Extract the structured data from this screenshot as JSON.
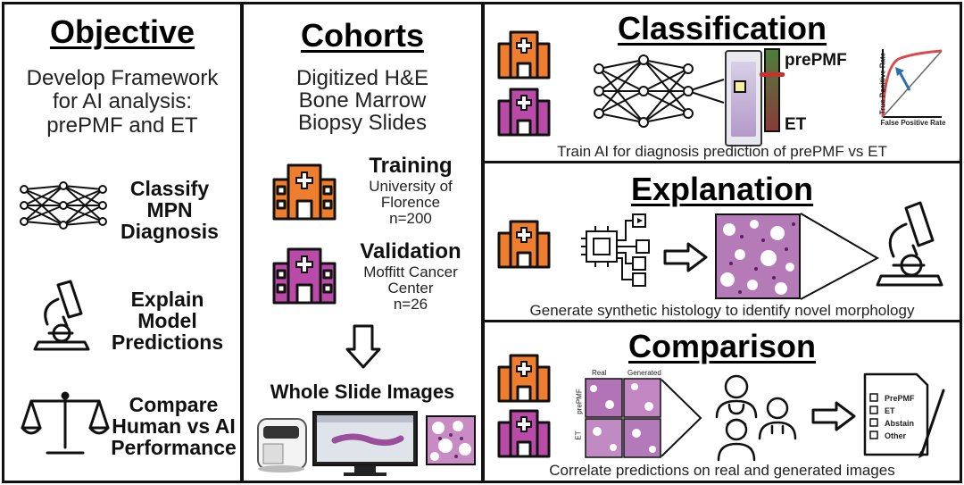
{
  "objective": {
    "title": "Objective",
    "goal_line1": "Develop Framework",
    "goal_line2": "for AI analysis:",
    "goal_line3": "prePMF and ET",
    "item1_line1": "Classify",
    "item1_line2": "MPN",
    "item1_line3": "Diagnosis",
    "item2_line1": "Explain",
    "item2_line2": "Model",
    "item2_line3": "Predictions",
    "item3_line1": "Compare",
    "item3_line2": "Human vs AI",
    "item3_line3": "Performance"
  },
  "cohorts": {
    "title": "Cohorts",
    "desc_line1": "Digitized H&E",
    "desc_line2": "Bone Marrow",
    "desc_line3": "Biopsy Slides",
    "training_label": "Training",
    "training_line1": "University of",
    "training_line2": "Florence",
    "training_n": "n=200",
    "validation_label": "Validation",
    "validation_line1": "Moffitt Cancer",
    "validation_line2": "Center",
    "validation_n": "n=26",
    "wsi_label": "Whole Slide Images"
  },
  "classification": {
    "title": "Classification",
    "label_top": "prePMF",
    "label_bottom": "ET",
    "roc_ylabel": "True Positive Rate",
    "roc_xlabel": "False Positive Rate",
    "caption": "Train AI for diagnosis prediction of prePMF vs ET"
  },
  "explanation": {
    "title": "Explanation",
    "caption": "Generate synthetic histology to identify novel morphology"
  },
  "comparison": {
    "title": "Comparison",
    "grid_col1": "Real",
    "grid_col2": "Generated",
    "grid_row1": "prePMF",
    "grid_row2": "ET",
    "option1": "PrePMF",
    "option2": "ET",
    "option3": "Abstain",
    "option4": "Other",
    "caption": "Correlate predictions on real and generated images"
  },
  "colors": {
    "orange": "#ef7d2e",
    "purple": "#b94aa7",
    "stain": "#b06ab0",
    "roc": "#d94a4a",
    "arrow": "#2f6fa8"
  }
}
